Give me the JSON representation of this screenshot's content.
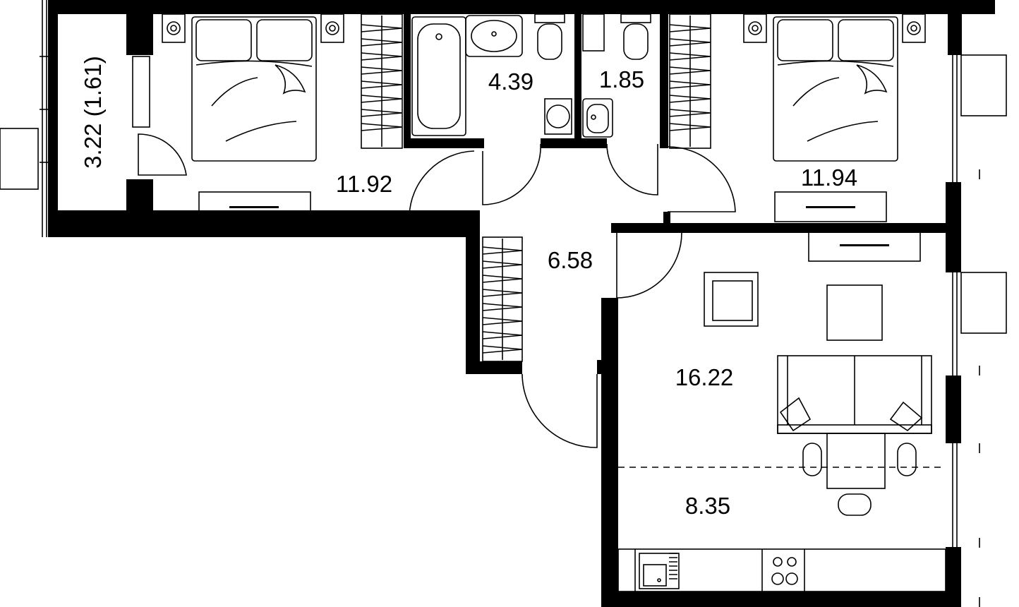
{
  "rooms": {
    "balcony": {
      "area": "3.22 (1.61)"
    },
    "bedroom_left": {
      "area": "11.92"
    },
    "bathroom": {
      "area": "4.39"
    },
    "toilet": {
      "area": "1.85"
    },
    "bedroom_right": {
      "area": "11.94"
    },
    "hallway": {
      "area": "6.58"
    },
    "living_room": {
      "area": "16.22"
    },
    "kitchen": {
      "area": "8.35"
    }
  },
  "colors": {
    "wall": "#000000",
    "background": "#ffffff"
  }
}
